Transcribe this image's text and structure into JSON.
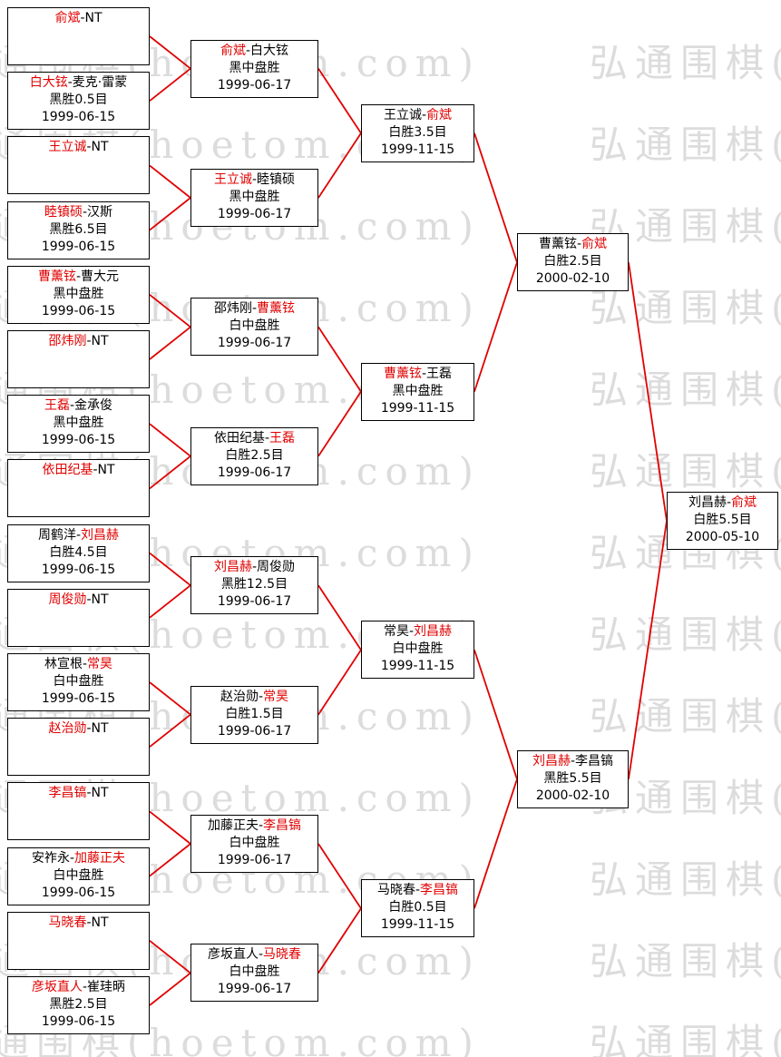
{
  "sep": "-",
  "watermark": {
    "text": "弘通围棋(hoetom.com)"
  },
  "colors": {
    "line": "#e10000",
    "winner": "#e10000",
    "watermark": "#dcdcdc",
    "border": "#000000"
  },
  "rounds": [
    {
      "matches": [
        {
          "p1": "俞斌",
          "p2": "NT",
          "winner": 1,
          "result": "",
          "date": ""
        },
        {
          "p1": "白大铉",
          "p2": "麦克·雷蒙",
          "winner": 1,
          "result": "黑胜0.5目",
          "date": "1999-06-15"
        },
        {
          "p1": "王立诚",
          "p2": "NT",
          "winner": 1,
          "result": "",
          "date": ""
        },
        {
          "p1": "睦镇硕",
          "p2": "汉斯",
          "winner": 1,
          "result": "黑胜6.5目",
          "date": "1999-06-15"
        },
        {
          "p1": "曹薰铉",
          "p2": "曹大元",
          "winner": 1,
          "result": "黑中盘胜",
          "date": "1999-06-15"
        },
        {
          "p1": "邵炜刚",
          "p2": "NT",
          "winner": 1,
          "result": "",
          "date": ""
        },
        {
          "p1": "王磊",
          "p2": "金承俊",
          "winner": 1,
          "result": "黑中盘胜",
          "date": "1999-06-15"
        },
        {
          "p1": "依田纪基",
          "p2": "NT",
          "winner": 1,
          "result": "",
          "date": ""
        },
        {
          "p1": "周鹤洋",
          "p2": "刘昌赫",
          "winner": 2,
          "result": "白胜4.5目",
          "date": "1999-06-15"
        },
        {
          "p1": "周俊勋",
          "p2": "NT",
          "winner": 1,
          "result": "",
          "date": ""
        },
        {
          "p1": "林宣根",
          "p2": "常昊",
          "winner": 2,
          "result": "白中盘胜",
          "date": "1999-06-15"
        },
        {
          "p1": "赵治勋",
          "p2": "NT",
          "winner": 1,
          "result": "",
          "date": ""
        },
        {
          "p1": "李昌镐",
          "p2": "NT",
          "winner": 1,
          "result": "",
          "date": ""
        },
        {
          "p1": "安祚永",
          "p2": "加藤正夫",
          "winner": 2,
          "result": "白中盘胜",
          "date": "1999-06-15"
        },
        {
          "p1": "马晓春",
          "p2": "NT",
          "winner": 1,
          "result": "",
          "date": ""
        },
        {
          "p1": "彦坂直人",
          "p2": "崔珪昞",
          "winner": 1,
          "result": "黑胜2.5目",
          "date": "1999-06-15"
        }
      ]
    },
    {
      "matches": [
        {
          "p1": "俞斌",
          "p2": "白大铉",
          "winner": 1,
          "result": "黑中盘胜",
          "date": "1999-06-17"
        },
        {
          "p1": "王立诚",
          "p2": "睦镇硕",
          "winner": 1,
          "result": "黑中盘胜",
          "date": "1999-06-17"
        },
        {
          "p1": "邵炜刚",
          "p2": "曹薰铉",
          "winner": 2,
          "result": "白中盘胜",
          "date": "1999-06-17"
        },
        {
          "p1": "依田纪基",
          "p2": "王磊",
          "winner": 2,
          "result": "白胜2.5目",
          "date": "1999-06-17"
        },
        {
          "p1": "刘昌赫",
          "p2": "周俊勋",
          "winner": 1,
          "result": "黑胜12.5目",
          "date": "1999-06-17"
        },
        {
          "p1": "赵治勋",
          "p2": "常昊",
          "winner": 2,
          "result": "白胜1.5目",
          "date": "1999-06-17"
        },
        {
          "p1": "加藤正夫",
          "p2": "李昌镐",
          "winner": 2,
          "result": "白中盘胜",
          "date": "1999-06-17"
        },
        {
          "p1": "彦坂直人",
          "p2": "马晓春",
          "winner": 2,
          "result": "白中盘胜",
          "date": "1999-06-17"
        }
      ]
    },
    {
      "matches": [
        {
          "p1": "王立诚",
          "p2": "俞斌",
          "winner": 2,
          "result": "白胜3.5目",
          "date": "1999-11-15"
        },
        {
          "p1": "曹薰铉",
          "p2": "王磊",
          "winner": 1,
          "result": "黑中盘胜",
          "date": "1999-11-15"
        },
        {
          "p1": "常昊",
          "p2": "刘昌赫",
          "winner": 2,
          "result": "白中盘胜",
          "date": "1999-11-15"
        },
        {
          "p1": "马晓春",
          "p2": "李昌镐",
          "winner": 2,
          "result": "白胜0.5目",
          "date": "1999-11-15"
        }
      ]
    },
    {
      "matches": [
        {
          "p1": "曹薰铉",
          "p2": "俞斌",
          "winner": 2,
          "result": "白胜2.5目",
          "date": "2000-02-10"
        },
        {
          "p1": "刘昌赫",
          "p2": "李昌镐",
          "winner": 1,
          "result": "黑胜5.5目",
          "date": "2000-02-10"
        }
      ]
    },
    {
      "matches": [
        {
          "p1": "刘昌赫",
          "p2": "俞斌",
          "winner": 2,
          "result": "白胜5.5目",
          "date": "2000-05-10"
        }
      ]
    }
  ]
}
